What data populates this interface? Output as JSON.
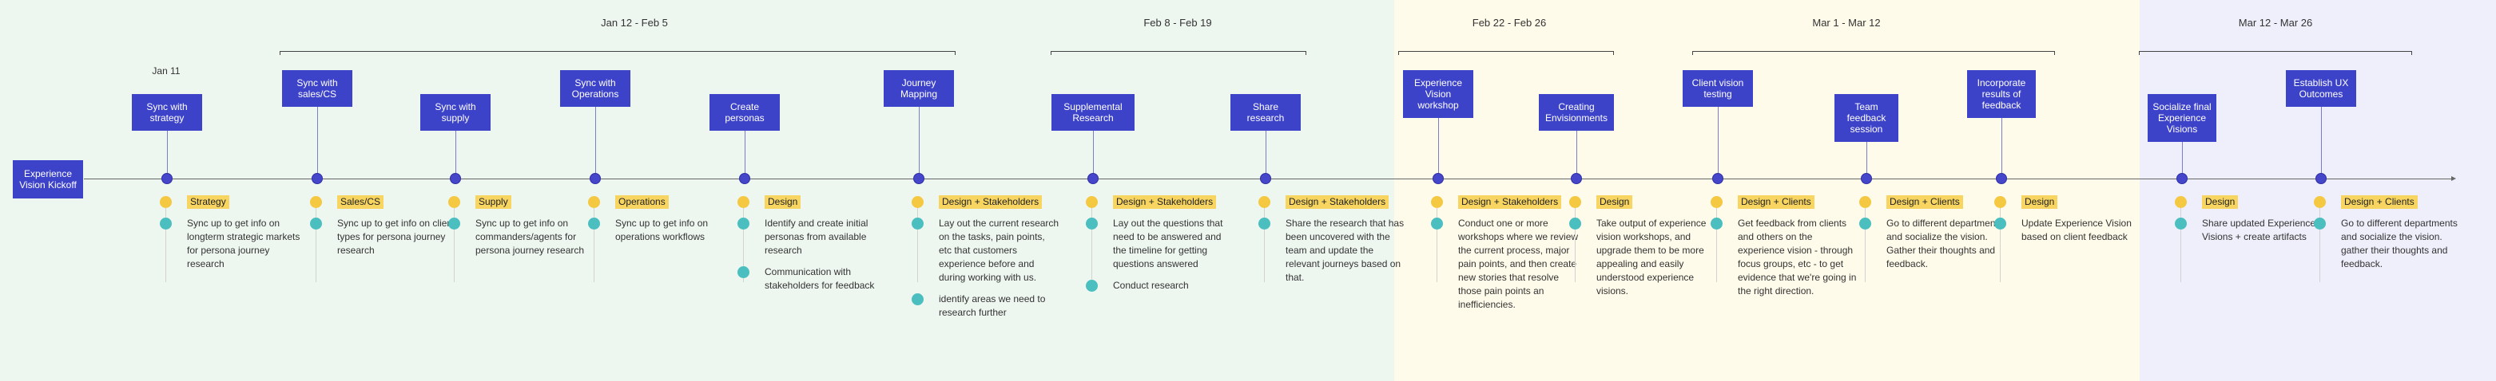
{
  "ranges": [
    {
      "label": "Jan 12 - Feb 5"
    },
    {
      "label": "Feb 8 - Feb 19"
    },
    {
      "label": "Feb 22 - Feb 26"
    },
    {
      "label": "Mar 1 - Mar 12"
    },
    {
      "label": "Mar 12 - Mar 26"
    }
  ],
  "start_date": "Jan 11",
  "kickoff": {
    "label": "Experience Vision Kickoff"
  },
  "milestones": [
    {
      "label": "Sync with strategy",
      "tag": "Strategy",
      "notes": [
        "Sync up to get info on longterm strategic markets for persona journey research"
      ]
    },
    {
      "label": "Sync with sales/CS",
      "tag": "Sales/CS",
      "notes": [
        "Sync up to get info on client types for persona journey research"
      ]
    },
    {
      "label": "Sync with supply",
      "tag": "Supply",
      "notes": [
        "Sync up to get info on commanders/agents for persona journey research"
      ]
    },
    {
      "label": "Sync with Operations",
      "tag": "Operations",
      "notes": [
        "Sync up to get info on operations workflows"
      ]
    },
    {
      "label": "Create personas",
      "tag": "Design",
      "notes": [
        "Identify and create initial personas from available research",
        "Communication with stakeholders for feedback"
      ]
    },
    {
      "label": "Journey Mapping",
      "tag": "Design + Stakeholders",
      "notes": [
        "Lay out the current research on the tasks, pain points, etc that customers experience before and during working with us.",
        "identify areas we need to research further"
      ]
    },
    {
      "label": "Supplemental Research",
      "tag": "Design + Stakeholders",
      "notes": [
        "Lay out the questions that need to be answered and the timeline for getting questions answered",
        "Conduct research"
      ]
    },
    {
      "label": "Share research",
      "tag": "Design + Stakeholders",
      "notes": [
        "Share the research that has been uncovered with the team and update the relevant journeys based on that."
      ]
    },
    {
      "label": "Experience Vision workshop",
      "tag": "Design + Stakeholders",
      "notes": [
        "Conduct one or more workshops where we review the current process, major pain points, and then create new stories that resolve those pain points an inefficiencies."
      ]
    },
    {
      "label": "Creating Envisionments",
      "tag": "Design",
      "notes": [
        "Take output of experience vision workshops, and upgrade them to be more appealing and easily understood experience visions."
      ]
    },
    {
      "label": "Client vision testing",
      "tag": "Design + Clients",
      "notes": [
        "Get feedback from clients and others on the experience vision - through focus groups, etc - to get evidence that we're going in the right direction."
      ]
    },
    {
      "label": "Team feedback session",
      "tag": "Design + Clients",
      "notes": [
        "Go to different departments and socialize the vision. Gather their thoughts and feedback."
      ]
    },
    {
      "label": "Incorporate results of feedback",
      "tag": "Design",
      "notes": [
        "Update Experience Vision based on client feedback"
      ]
    },
    {
      "label": "Socialize final Experience Visions",
      "tag": "Design",
      "notes": [
        "Share updated Experience Visions + create artifacts"
      ]
    },
    {
      "label": "Establish UX Outcomes",
      "tag": "Design + Clients",
      "notes": [
        "Go to different departments and socialize the vision. gather their thoughts and feedback."
      ]
    }
  ],
  "colors": {
    "card": "#3d43c8",
    "node": "#4546c9",
    "tag": "#f7d560",
    "tag_dot": "#f5c842",
    "note_dot": "#4bbfc0",
    "zone_1": "#eef6f0",
    "zone_2": "#fffbea",
    "zone_3": "#eeeffb"
  }
}
